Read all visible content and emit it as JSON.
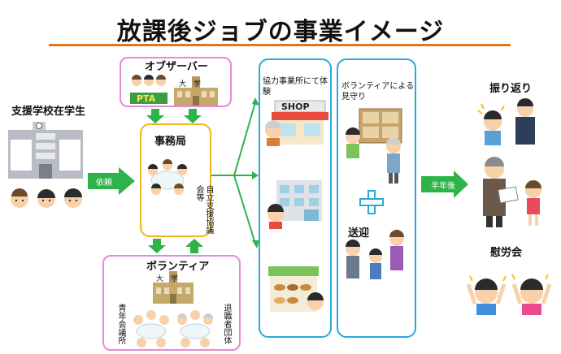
{
  "title": "放課後ジョブの事業イメージ",
  "student": {
    "label": "支援学校在学生"
  },
  "observer": {
    "label": "オブザーバー",
    "pta": "PTA",
    "univ": "大　学"
  },
  "office": {
    "label": "事務局",
    "council": "自立支援協議会等"
  },
  "volunteer": {
    "label": "ボランティア",
    "univ": "大　学",
    "youth": "青年会議所",
    "retired": "退職者団体"
  },
  "arrows": {
    "request": "依頼",
    "half_year": "半年後"
  },
  "company": {
    "label": "協力事業所にて体験",
    "shop": "SHOP"
  },
  "watch": {
    "label": "ボランティアによる見守り",
    "transport": "送迎"
  },
  "review": {
    "label": "振り返り"
  },
  "party": {
    "label": "慰労会"
  },
  "colors": {
    "arrow_green": "#2db34a",
    "accent_orange": "#e0761a",
    "blue_border": "#29a9dd",
    "pink_border": "#e58ad6",
    "yellow_border": "#f2b51c"
  }
}
